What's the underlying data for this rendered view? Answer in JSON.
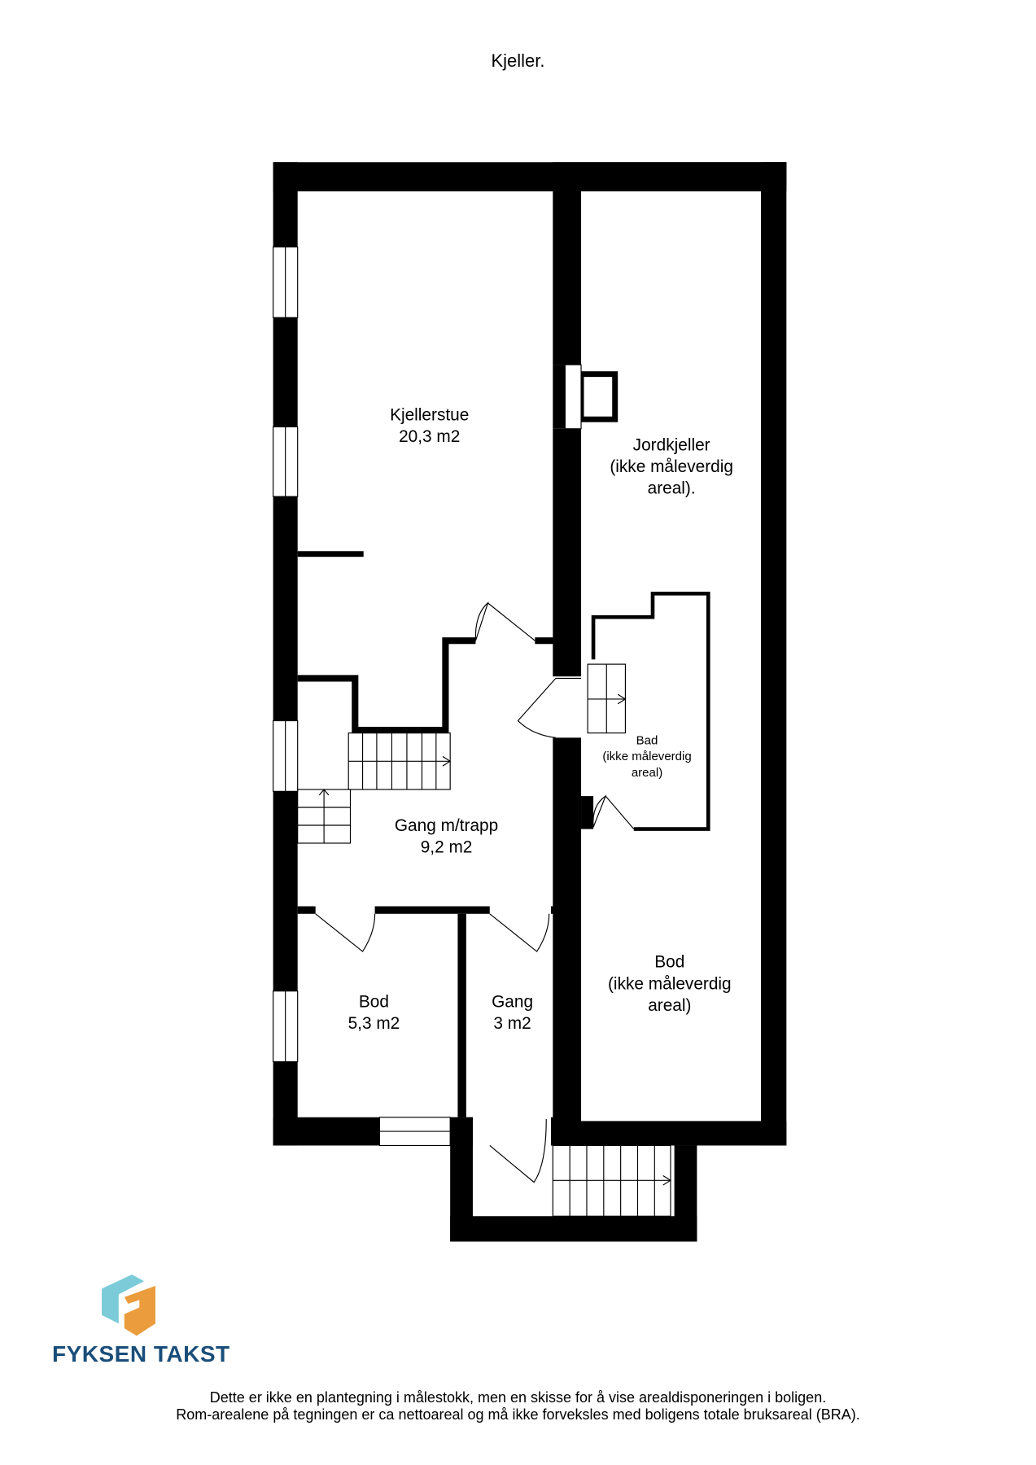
{
  "title": "Kjeller.",
  "rooms": {
    "kjellerstue": {
      "name": "Kjellerstue",
      "area": "20,3 m2"
    },
    "jordkjeller": {
      "name": "Jordkjeller",
      "line2": "(ikke måleverdig",
      "line3": "areal)."
    },
    "bad": {
      "name": "Bad",
      "line2": "(ikke måleverdig",
      "line3": "areal)"
    },
    "gang_trapp": {
      "name": "Gang m/trapp",
      "area": "9,2 m2"
    },
    "bod_small": {
      "name": "Bod",
      "area": "5,3 m2"
    },
    "gang": {
      "name": "Gang",
      "area": "3 m2"
    },
    "bod_large": {
      "name": "Bod",
      "line2": "(ikke måleverdig",
      "line3": "areal)"
    }
  },
  "logo": {
    "text": "FYKSEN TAKST",
    "colors": {
      "blue": "#7ccbd8",
      "orange": "#eb9c3c",
      "text": "#1a4e7a"
    }
  },
  "disclaimer": {
    "line1": "Dette er ikke en plantegning i målestokk, men en skisse for å vise arealdisponeringen i boligen.",
    "line2": "Rom-arealene på tegningen er ca nettoareal og må ikke forveksles med boligens totale bruksareal (BRA)."
  }
}
